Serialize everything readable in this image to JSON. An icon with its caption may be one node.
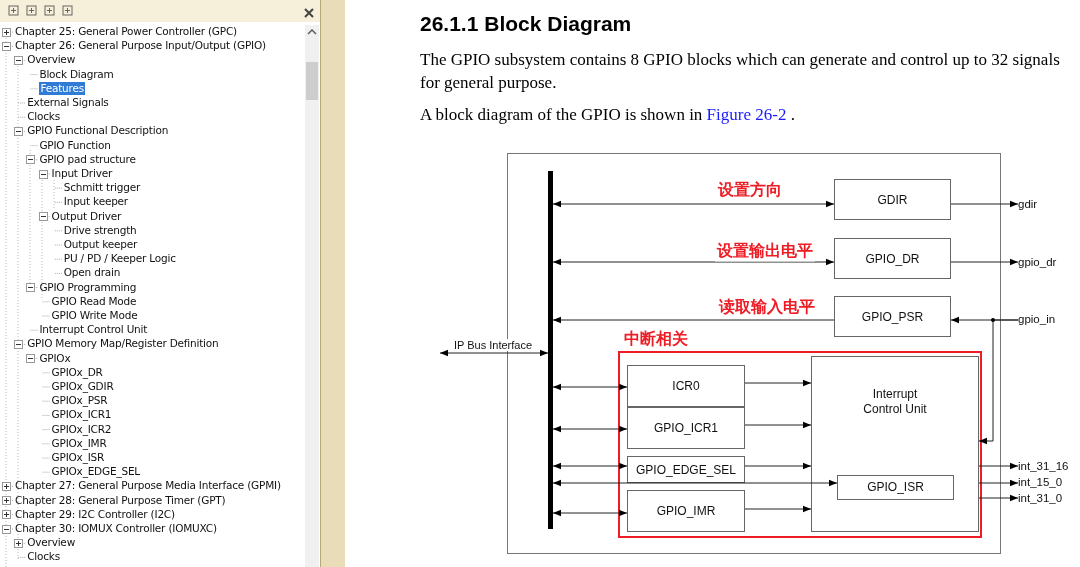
{
  "diagram": {
    "title": "26.1.1 Block Diagram",
    "nodes": [
      {
        "text": [],
        "shape": "box"
      },
      {
        "text": [],
        "shape": "bar",
        "in": 0
      },
      {
        "text": [
          "GDIR"
        ],
        "in": 0
      },
      {
        "text": [
          "GPIO_DR"
        ],
        "in": 0
      },
      {
        "text": [
          "GPIO_PSR"
        ],
        "in": 0
      },
      {
        "text": [
          "中断相关"
        ],
        "in": 0
      },
      {
        "text": [
          "ICR0"
        ],
        "in": 5
      },
      {
        "text": [
          "GPIO_ICR1"
        ],
        "in": 5
      },
      {
        "text": [
          "GPIO_EDGE_SEL"
        ],
        "in": 5
      },
      {
        "text": [
          "GPIO_IMR"
        ],
        "in": 5
      },
      {
        "text": [
          "Interrupt Control Unit"
        ],
        "in": 5
      },
      {
        "text": [
          "GPIO_ISR"
        ],
        "in": 10
      },
      {
        "text": [
          "gdir"
        ]
      },
      {
        "text": [
          "gpio_dr"
        ]
      },
      {
        "text": [
          "gpio_in"
        ]
      },
      {
        "text": [
          "int_31_16"
        ]
      },
      {
        "text": [
          "int_15_0"
        ]
      },
      {
        "text": [
          "int_31_0"
        ]
      }
    ],
    "edges": [
      {
        "from": 1,
        "to": 2,
        "arrow": "both",
        "label": "设置方向"
      },
      {
        "from": 1,
        "to": 3,
        "arrow": "both",
        "label": "设置输出电平"
      },
      {
        "from": 4,
        "to": 1,
        "arrow": "to",
        "label": "读取输入电平"
      },
      {
        "from": null,
        "to": 1,
        "arrow": "both",
        "label": "IP Bus Interface"
      },
      {
        "from": 1,
        "to": 6,
        "arrow": "both"
      },
      {
        "from": 1,
        "to": 7,
        "arrow": "both"
      },
      {
        "from": 1,
        "to": 8,
        "arrow": "both"
      },
      {
        "from": 1,
        "to": 11,
        "arrow": "both"
      },
      {
        "from": 1,
        "to": 9,
        "arrow": "both"
      },
      {
        "from": 6,
        "to": 10,
        "arrow": "to"
      },
      {
        "from": 7,
        "to": 10,
        "arrow": "to"
      },
      {
        "from": 8,
        "to": 10,
        "arrow": "to"
      },
      {
        "from": 9,
        "to": 10,
        "arrow": "to"
      },
      {
        "from": 2,
        "to": 12,
        "arrow": "to"
      },
      {
        "from": 3,
        "to": 13,
        "arrow": "to"
      },
      {
        "from": 14,
        "to": 4,
        "arrow": "to"
      },
      {
        "from": 14,
        "to": 10,
        "arrow": "to"
      },
      {
        "from": 10,
        "to": 15,
        "arrow": "to"
      },
      {
        "from": 10,
        "to": 16,
        "arrow": "to"
      },
      {
        "from": 10,
        "to": 17,
        "arrow": "to"
      }
    ],
    "labels": [
      "Chapter 25: General Power Controller (GPC)",
      "Chapter 26: General Purpose Input/Output (GPIO)",
      "Overview",
      "Block Diagram",
      "Features",
      "External Signals",
      "Clocks",
      "GPIO Functional Description",
      "GPIO Function",
      "GPIO pad structure",
      "Input Driver",
      "Schmitt trigger",
      "Input keeper",
      "Output Driver",
      "Drive strength",
      "Output keeper",
      "PU / PD / Keeper Logic",
      "Open drain",
      "GPIO Programming",
      "GPIO Read Mode",
      "GPIO Write Mode",
      "Interrupt Control Unit",
      "GPIO Memory Map/Register Definition",
      "GPIOx",
      "GPIOx_DR",
      "GPIOx_GDIR",
      "GPIOx_PSR",
      "GPIOx_ICR1",
      "GPIOx_ICR2",
      "GPIOx_IMR",
      "GPIOx_ISR",
      "GPIOx_EDGE_SEL",
      "Chapter 27: General Purpose Media Interface (GPMI)",
      "Chapter 28: General Purpose Timer (GPT)",
      "Chapter 29: I2C Controller (I2C)",
      "Chapter 30: IOMUX Controller (IOMUXC)",
      "Overview",
      "Clocks",
      "The GPIO subsystem contains 8 GPIO blocks which can generate and control up to 32 signals for general purpose.",
      "A block diagram of the GPIO is shown in",
      "Figure 26-2",
      "."
    ]
  }
}
